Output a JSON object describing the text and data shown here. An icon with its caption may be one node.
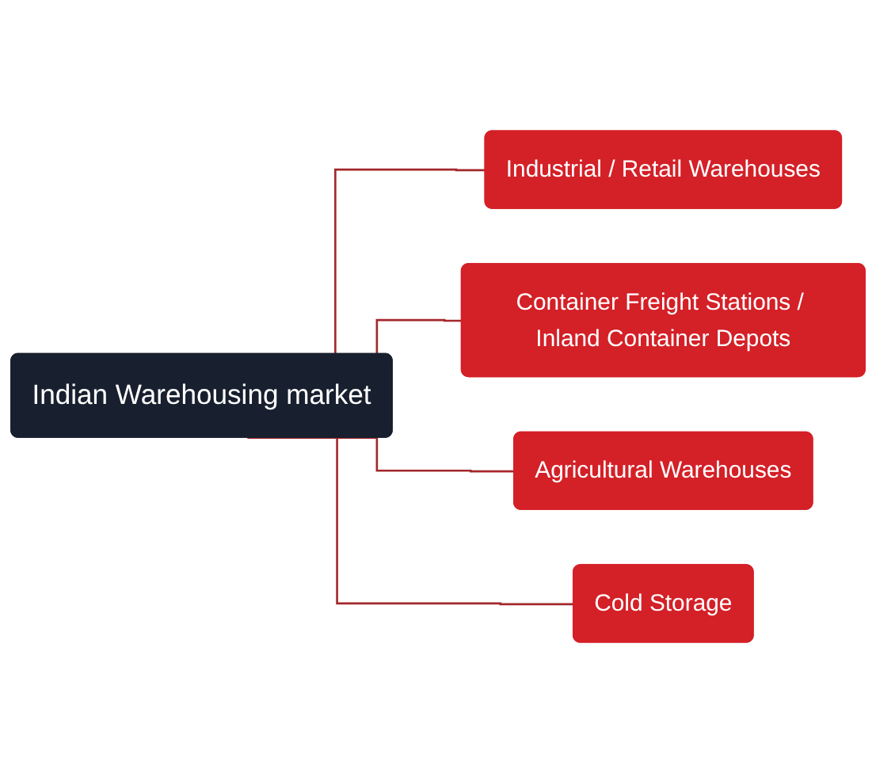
{
  "diagram": {
    "nodes": [
      {
        "text": [
          "Indian Warehousing market"
        ]
      },
      {
        "text": [
          "Industrial / Retail Warehouses"
        ]
      },
      {
        "text": [
          "Container Freight Stations / Inland Container Depots"
        ]
      },
      {
        "text": [
          "Agricultural Warehouses"
        ]
      },
      {
        "text": [
          "Cold Storage"
        ]
      }
    ],
    "edges": [
      {
        "from": 0,
        "to": 1,
        "arrow": "none"
      },
      {
        "from": 0,
        "to": 2,
        "arrow": "none"
      },
      {
        "from": 0,
        "to": 3,
        "arrow": "none"
      },
      {
        "from": 0,
        "to": 4,
        "arrow": "none"
      }
    ]
  }
}
